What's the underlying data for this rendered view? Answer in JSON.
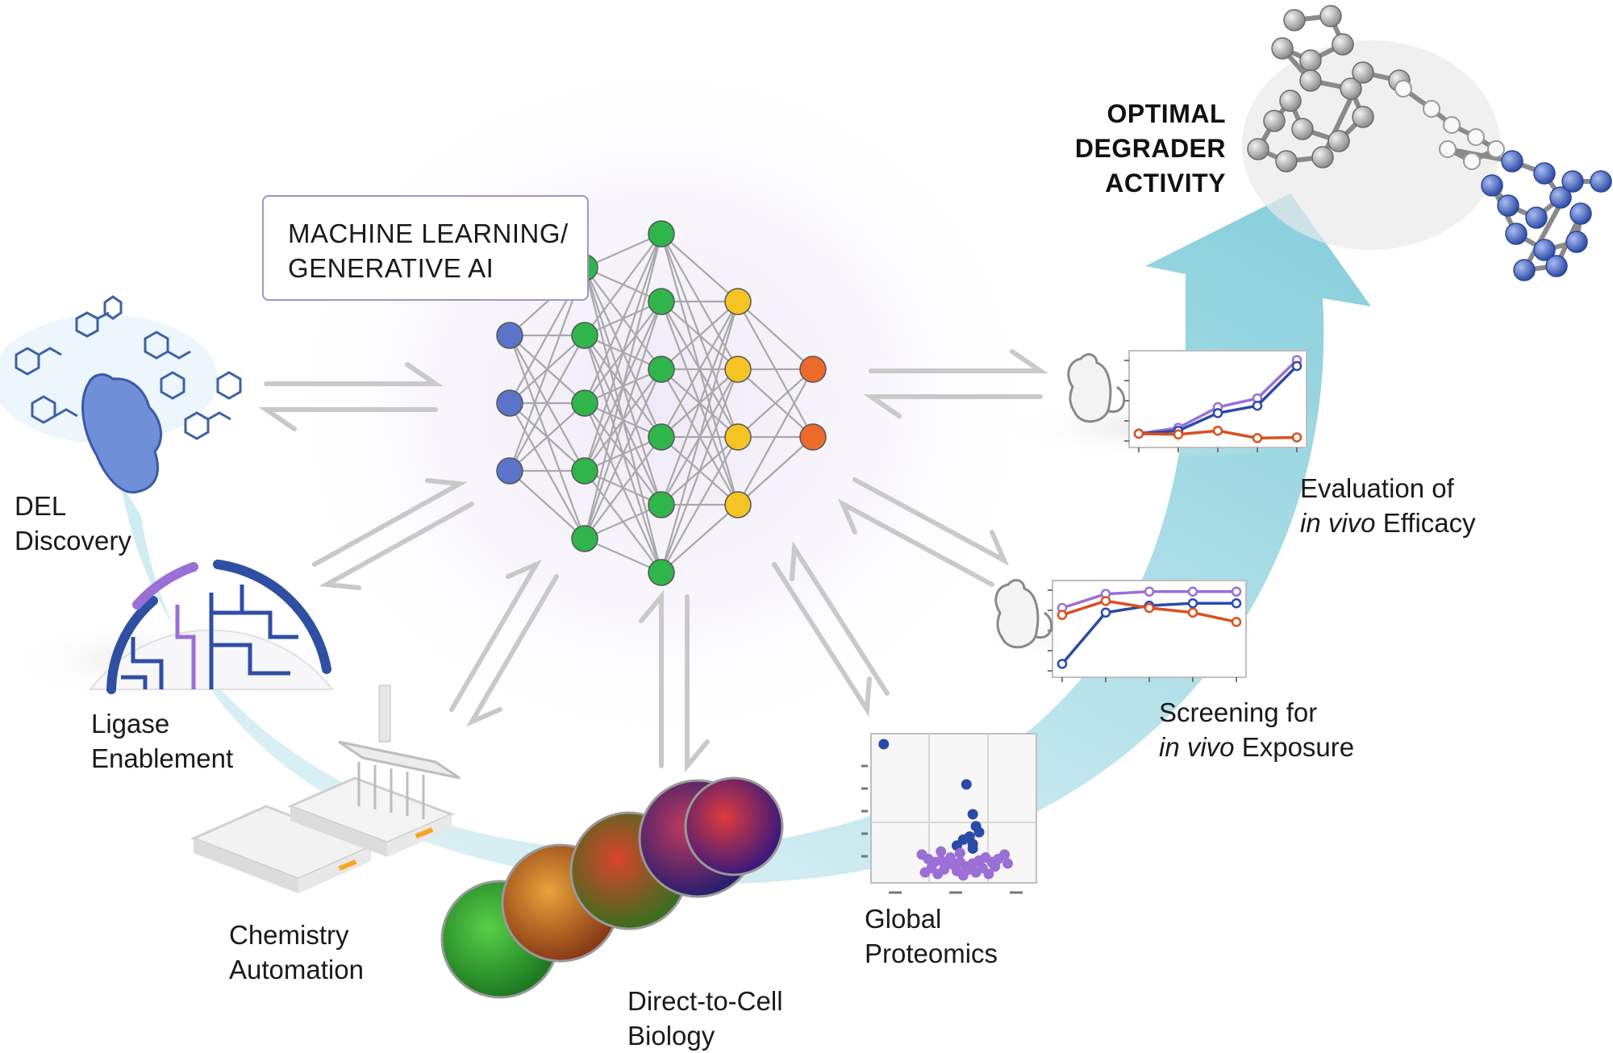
{
  "ml_box": {
    "line1": "MACHINE LEARNING/",
    "line2": "GENERATIVE AI"
  },
  "optimal": {
    "line1": "OPTIMAL",
    "line2": "DEGRADER",
    "line3": "ACTIVITY"
  },
  "labels": {
    "del": {
      "line1": "DEL",
      "line2": "Discovery"
    },
    "ligase": {
      "line1": "Ligase",
      "line2": "Enablement"
    },
    "chemistry": {
      "line1": "Chemistry",
      "line2": "Automation"
    },
    "direct": {
      "line1": "Direct-to-Cell",
      "line2": "Biology"
    },
    "proteomics": {
      "line1": "Global",
      "line2": "Proteomics"
    },
    "exposure": {
      "line1": "Screening for",
      "line2_italic": "in vivo",
      "line2_rest": " Exposure"
    },
    "efficacy": {
      "line1": "Evaluation of",
      "line2_italic": "in vivo",
      "line2_rest": " Efficacy"
    }
  },
  "colors": {
    "arrow_teal": "#8fd0dc",
    "arrow_teal_light": "#d4eef3",
    "node_blue": "#5b74c9",
    "node_green": "#2fb54a",
    "node_yellow": "#f6c324",
    "node_orange": "#ee6a2a",
    "series_purple": "#9a6fd6",
    "series_navy": "#2a4aa8",
    "series_orange": "#d9501e"
  },
  "network": {
    "layers": [
      3,
      5,
      6,
      4,
      2
    ]
  },
  "icons": [
    "molecule-library-icon",
    "protein-blob-icon",
    "phylogenetic-tree-icon",
    "liquid-handler-icon",
    "well-plate-icon",
    "cell-image-icon",
    "mouse-icon",
    "degrader-molecule-icon"
  ],
  "chart_data": [
    {
      "type": "line",
      "title": "",
      "x": [
        1,
        2,
        3,
        4,
        5
      ],
      "series": [
        {
          "values": [
            1,
            1.4,
            2.8,
            3.4,
            6.0
          ]
        },
        {
          "values": [
            1,
            1.2,
            2.4,
            2.9,
            5.6
          ]
        },
        {
          "values": [
            1,
            0.95,
            1.2,
            0.7,
            0.75
          ]
        }
      ]
    },
    {
      "type": "line",
      "title": "",
      "x": [
        1,
        2,
        3,
        4,
        5
      ],
      "series": [
        {
          "values": [
            3.9,
            4.5,
            4.6,
            4.6,
            4.6
          ]
        },
        {
          "values": [
            1.5,
            3.7,
            4.0,
            4.1,
            4.1
          ]
        },
        {
          "values": [
            3.6,
            4.2,
            3.9,
            3.7,
            3.3
          ]
        }
      ]
    },
    {
      "type": "scatter",
      "title": "",
      "series": [
        {
          "points": [
            [
              -1.1,
              9.3
            ],
            [
              0.2,
              6.6
            ],
            [
              0.3,
              4.6
            ],
            [
              0.35,
              3.8
            ],
            [
              0.4,
              3.4
            ],
            [
              0.25,
              3.1
            ],
            [
              0.15,
              2.9
            ],
            [
              0.3,
              2.6
            ],
            [
              0.05,
              2.5
            ],
            [
              0.3,
              2.3
            ]
          ]
        },
        {
          "points": [
            [
              -0.5,
              1.9
            ],
            [
              -0.4,
              1.6
            ],
            [
              -0.3,
              1.4
            ],
            [
              -0.2,
              1.5
            ],
            [
              -0.1,
              1.3
            ],
            [
              0.0,
              1.2
            ],
            [
              0.1,
              1.4
            ],
            [
              0.2,
              1.1
            ],
            [
              0.3,
              1.3
            ],
            [
              0.4,
              1.5
            ],
            [
              0.5,
              1.7
            ],
            [
              0.6,
              1.4
            ],
            [
              0.7,
              1.6
            ],
            [
              0.8,
              1.9
            ],
            [
              -0.35,
              1.0
            ],
            [
              -0.15,
              0.9
            ],
            [
              0.05,
              0.8
            ],
            [
              0.25,
              0.9
            ],
            [
              0.45,
              1.0
            ],
            [
              0.65,
              1.1
            ],
            [
              -0.25,
              0.6
            ],
            [
              0.15,
              0.5
            ],
            [
              0.35,
              0.7
            ],
            [
              0.55,
              0.6
            ],
            [
              -0.45,
              0.7
            ],
            [
              0.85,
              1.3
            ],
            [
              -0.05,
              1.7
            ],
            [
              0.1,
              2.0
            ],
            [
              -0.2,
              2.1
            ]
          ]
        }
      ]
    }
  ]
}
